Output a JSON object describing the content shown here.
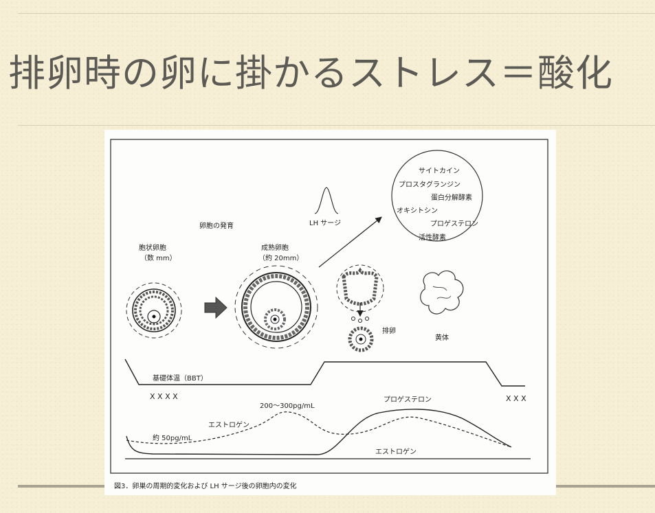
{
  "slide": {
    "title": "排卵時の卵に掛かるストレス＝酸化"
  },
  "figure": {
    "labels": {
      "development": "卵胞の発育",
      "antral_follicle": "胞状卵胞",
      "antral_size": "（数 mm）",
      "mature_follicle": "成熟卵胞",
      "mature_size": "（約 20mm）",
      "lh_surge": "LH サージ",
      "ovulation": "排卵",
      "corpus_luteum": "黄体",
      "bbt": "基礎体温（BBT）",
      "bbt_marks_left": "X X X X",
      "bbt_marks_right": "X X X",
      "estrogen_peak": "200〜300pg/mL",
      "estrogen": "エストロゲン",
      "estrogen_base": "約 50pg/mL",
      "progesterone": "プロゲステロン",
      "estrogen_late": "エストロゲン",
      "caption": "図3．卵巣の周期的変化および LH サージ後の卵胞内の変化"
    },
    "factors": [
      "サイトカイン",
      "プロスタグランジン",
      "蛋白分解酵素",
      "オキシトシン",
      "プロゲステロン",
      "活性酵素"
    ]
  }
}
